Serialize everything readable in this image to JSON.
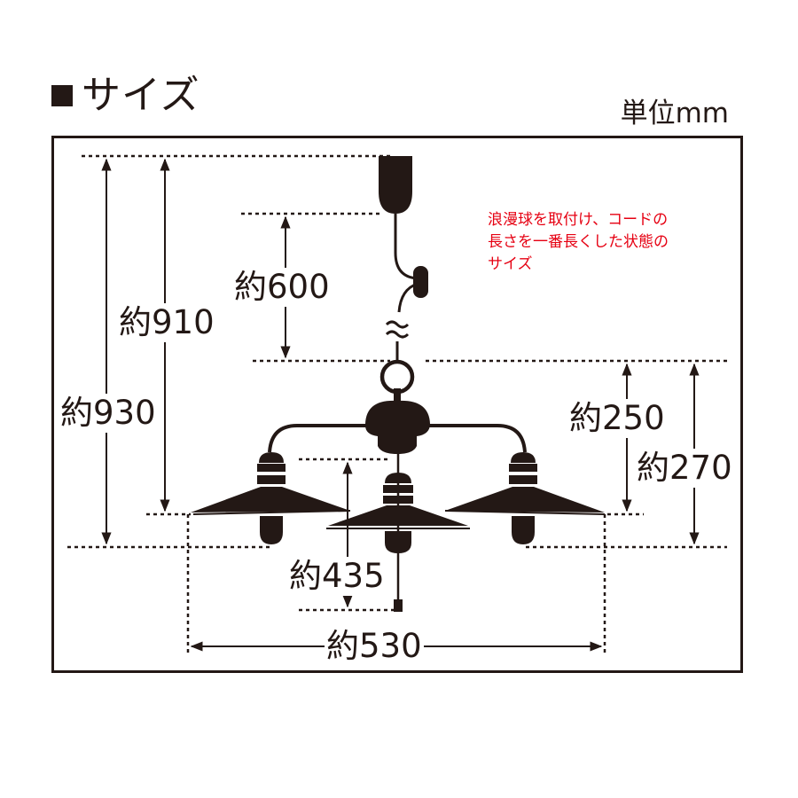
{
  "header": {
    "title": "サイズ",
    "unit": "単位mm"
  },
  "note": {
    "lines": [
      "浪漫球を取付け、コードの",
      "長さを一番長くした状態の",
      "サイズ"
    ]
  },
  "dimensions": {
    "d600": "約600",
    "d910": "約910",
    "d930": "約930",
    "d250": "約250",
    "d270": "約270",
    "d435": "約435",
    "d530": "約530"
  },
  "colors": {
    "ink": "#231815",
    "note_red": "#e60012",
    "background": "#ffffff"
  },
  "icons": {
    "title_marker": "black-square",
    "cord_break": "wavy-break-symbol"
  }
}
